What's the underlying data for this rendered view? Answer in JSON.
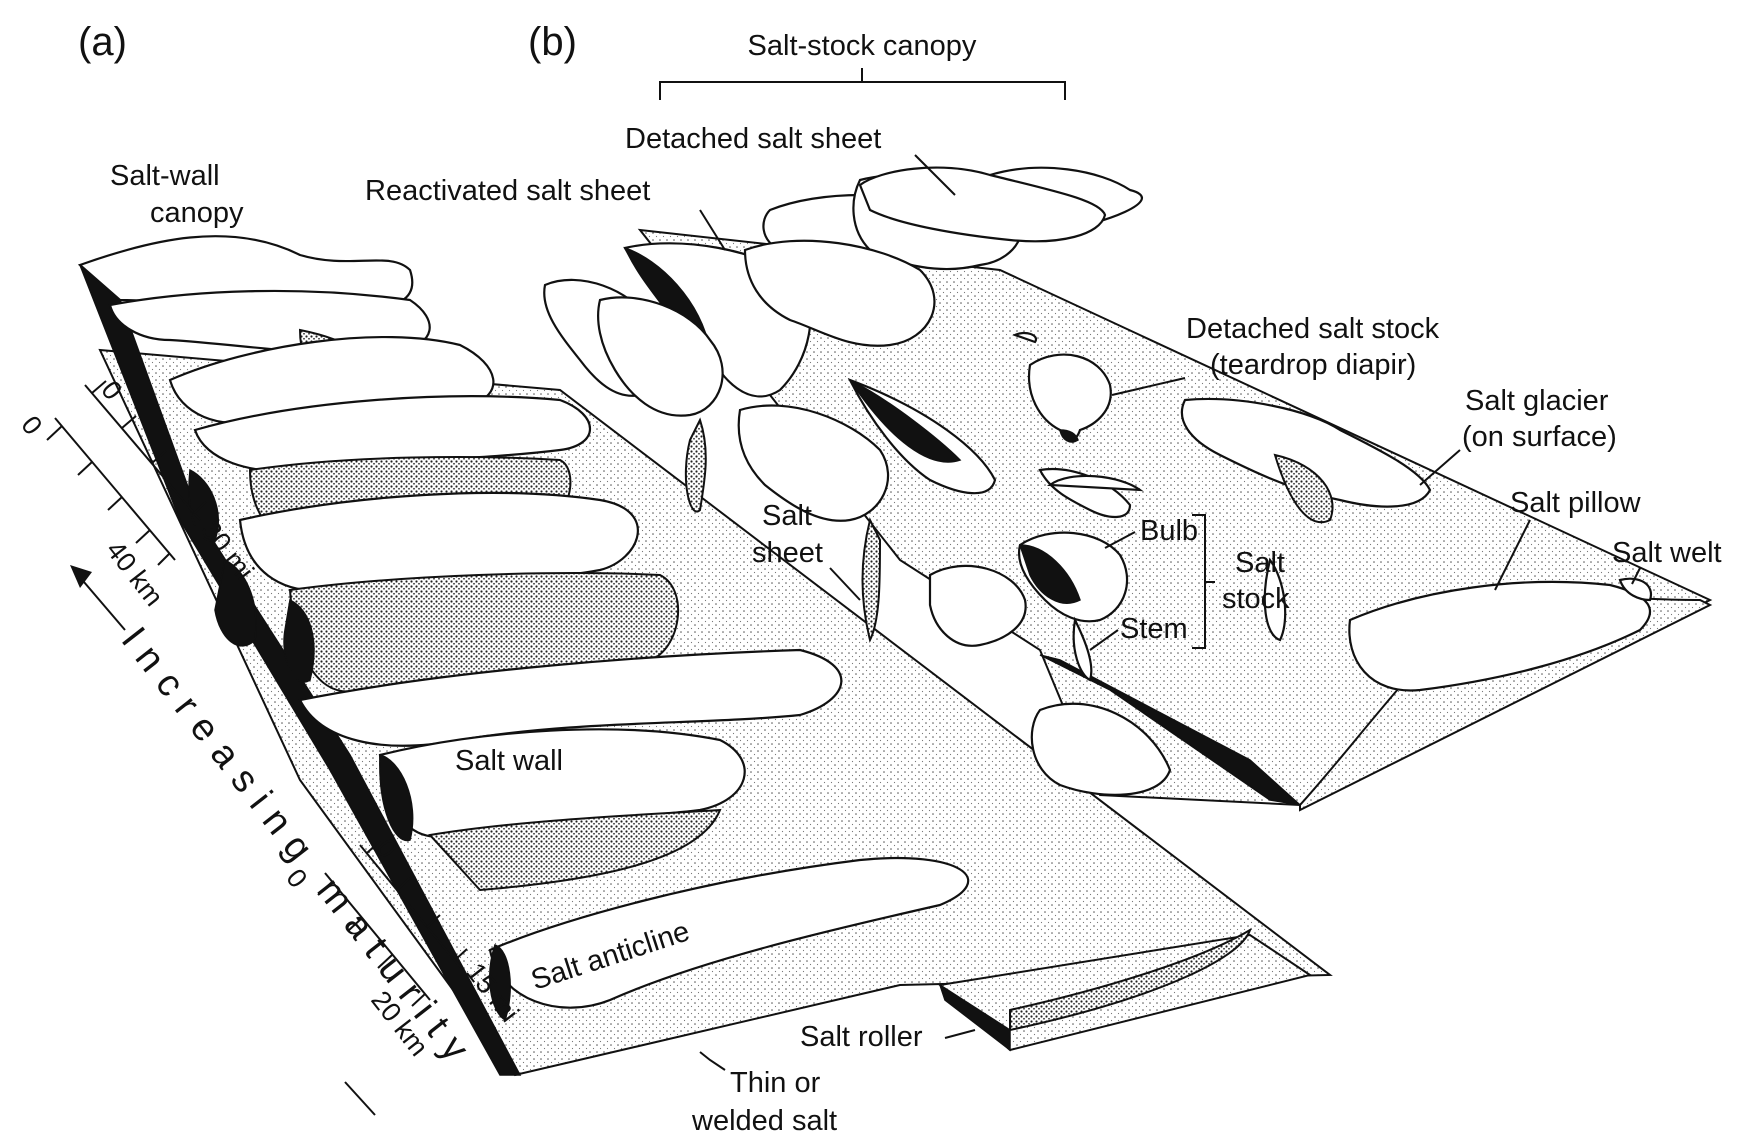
{
  "panels": {
    "a": "(a)",
    "b": "(b)"
  },
  "labels": {
    "salt_wall_canopy_1": "Salt-wall",
    "salt_wall_canopy_2": "canopy",
    "salt_stock_canopy": "Salt-stock canopy",
    "detached_salt_sheet": "Detached salt sheet",
    "reactivated_salt_sheet": "Reactivated salt sheet",
    "detached_salt_stock_1": "Detached salt stock",
    "detached_salt_stock_2": "(teardrop diapir)",
    "salt_glacier_1": "Salt glacier",
    "salt_glacier_2": "(on surface)",
    "salt_pillow": "Salt pillow",
    "salt_welt": "Salt welt",
    "salt_sheet_1": "Salt",
    "salt_sheet_2": "sheet",
    "bulb": "Bulb",
    "stem": "Stem",
    "salt_stock_1": "Salt",
    "salt_stock_2": "stock",
    "salt_wall": "Salt wall",
    "salt_anticline": "Salt anticline",
    "salt_roller": "Salt roller",
    "thin_welded_1": "Thin or",
    "thin_welded_2": "welded salt",
    "increasing_maturity": "Increasing maturity"
  },
  "scale_a": {
    "km_ticks": [
      "0",
      "40 km"
    ],
    "mi_ticks": [
      "0",
      "30 mi"
    ]
  },
  "scale_b": {
    "km_ticks": [
      "0",
      "20 km"
    ],
    "mi_ticks": [
      "0",
      "15 mi"
    ]
  }
}
